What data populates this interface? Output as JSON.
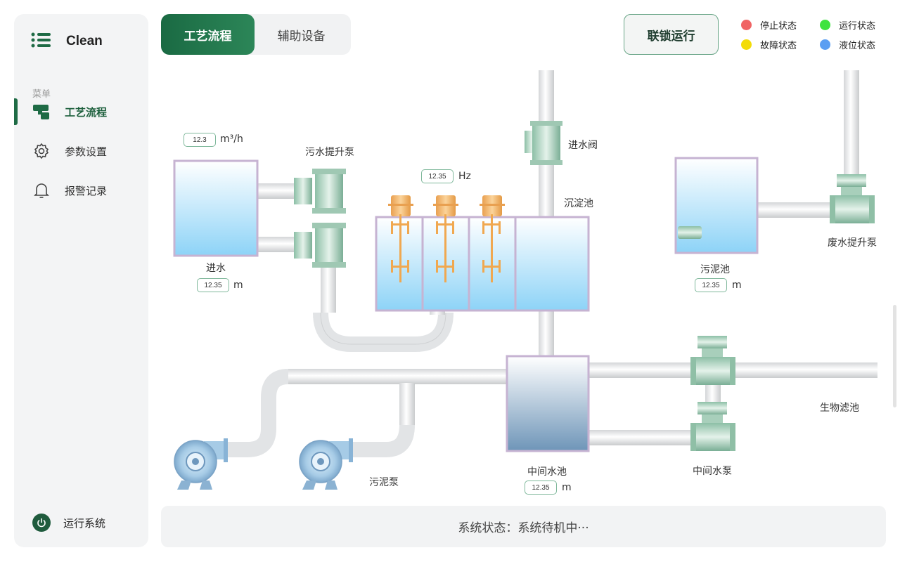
{
  "sidebar": {
    "brand": "Clean",
    "menu_caption": "菜单",
    "items": [
      {
        "label": "工艺流程",
        "icon": "process-flow-icon",
        "active": true
      },
      {
        "label": "参数设置",
        "icon": "gear-icon",
        "active": false
      },
      {
        "label": "报警记录",
        "icon": "bell-icon",
        "active": false
      }
    ],
    "run_system": "运行系统"
  },
  "tabs": [
    {
      "label": "工艺流程",
      "active": true
    },
    {
      "label": "辅助设备",
      "active": false
    }
  ],
  "interlock_button": "联锁运行",
  "legend": [
    {
      "label": "停止状态",
      "color": "#f06464"
    },
    {
      "label": "运行状态",
      "color": "#3ee33e"
    },
    {
      "label": "故障状态",
      "color": "#f3dc08"
    },
    {
      "label": "液位状态",
      "color": "#5b9ef2"
    }
  ],
  "diagram": {
    "inlet": {
      "label": "进水",
      "flow": "12.3",
      "flow_unit": "m³/h",
      "level": "12.35",
      "level_unit": "m"
    },
    "sewage_pump": {
      "label": "污水提升泵"
    },
    "agitator": {
      "freq": "12.35",
      "freq_unit": "Hz"
    },
    "inlet_valve": {
      "label": "进水阀"
    },
    "settling_tank": {
      "label": "沉淀池"
    },
    "sludge_tank": {
      "label": "污泥池",
      "level": "12.35",
      "level_unit": "m"
    },
    "waste_pump": {
      "label": "废水提升泵"
    },
    "bio_filter": {
      "label": "生物滤池"
    },
    "middle_tank": {
      "label": "中间水池",
      "level": "12.35",
      "level_unit": "m"
    },
    "middle_pump": {
      "label": "中间水泵"
    },
    "sludge_pump": {
      "label": "污泥泵"
    }
  },
  "status": {
    "text": "系统状态：系统待机中···"
  }
}
